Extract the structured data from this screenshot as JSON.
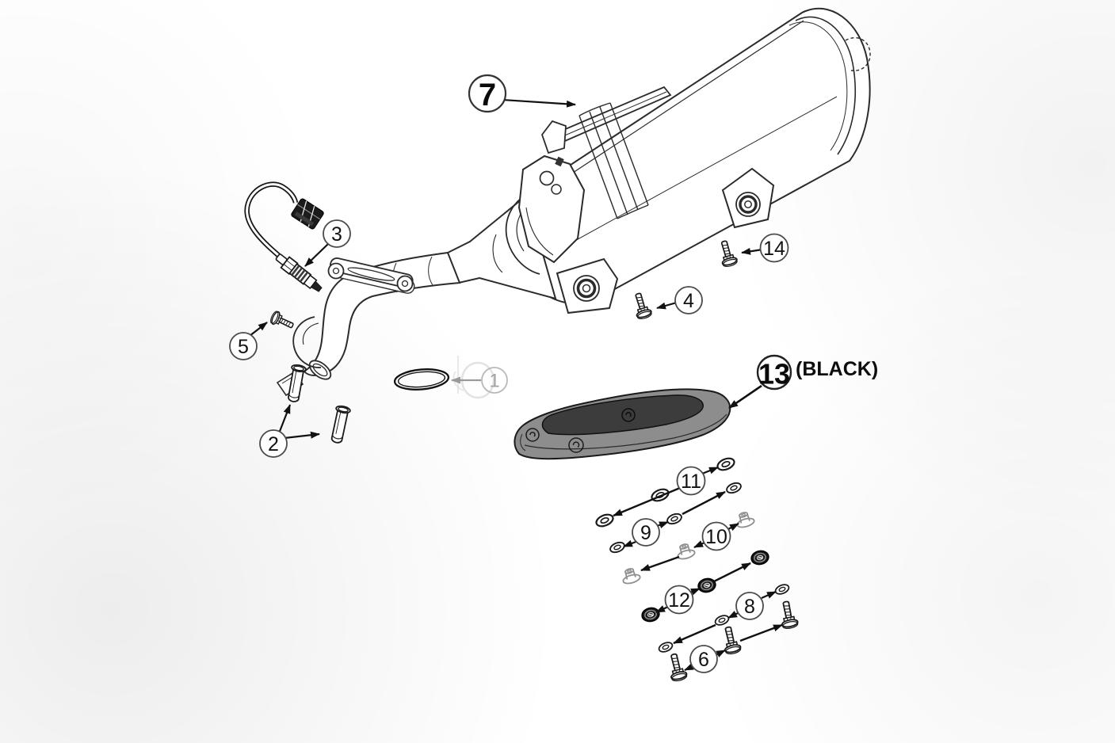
{
  "figure": {
    "kind": "exploded-parts-diagram",
    "note": "(BLACK)"
  },
  "labels": {
    "n1": "1",
    "n2": "2",
    "n3": "3",
    "n4": "4",
    "n5": "5",
    "n6": "6",
    "n7": "7",
    "n8": "8",
    "n9": "9",
    "n10": "10",
    "n11": "11",
    "n12": "12",
    "n13": "13",
    "n14": "14",
    "black_note": "(BLACK)"
  },
  "colors": {
    "line": "#2b2b2b",
    "shield_outer": "#8d8d8d",
    "shield_inner": "#3c3c3c",
    "faded_callout": "#b9b9b9",
    "background": "#ffffff"
  }
}
